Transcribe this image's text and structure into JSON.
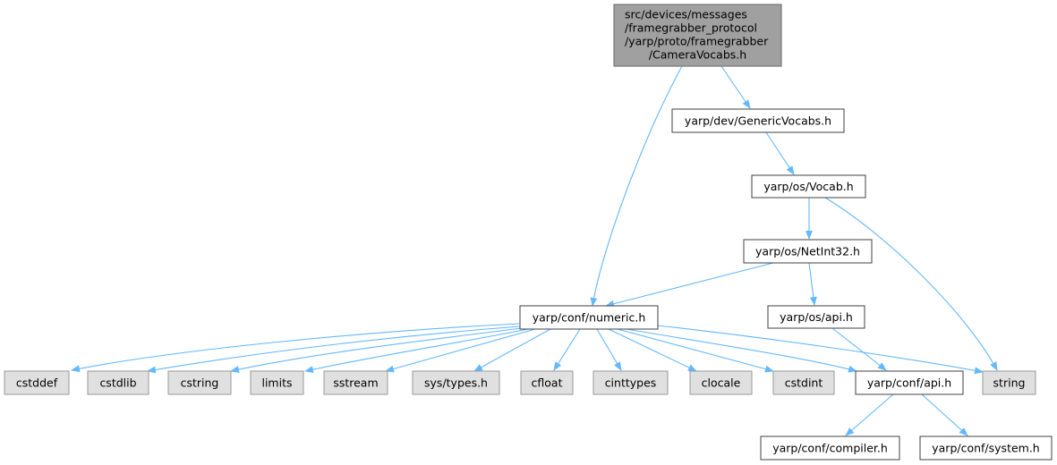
{
  "colors": {
    "edge": "#63b8ff",
    "root_fill": "#a0a0a0",
    "root_stroke": "#666666",
    "node_fill": "#ffffff",
    "node_stroke": "#404040",
    "external_fill": "#e0e0e0",
    "external_stroke": "#999999"
  },
  "nodes": {
    "root": {
      "lines": [
        "src/devices/messages",
        "/framegrabber_protocol",
        "/yarp/proto/framegrabber",
        "/CameraVocabs.h"
      ]
    },
    "generic_vocabs": "yarp/dev/GenericVocabs.h",
    "vocab": "yarp/os/Vocab.h",
    "netint32": "yarp/os/NetInt32.h",
    "numeric": "yarp/conf/numeric.h",
    "os_api": "yarp/os/api.h",
    "conf_api": "yarp/conf/api.h",
    "compiler": "yarp/conf/compiler.h",
    "system": "yarp/conf/system.h",
    "cstddef": "cstddef",
    "cstdlib": "cstdlib",
    "cstring": "cstring",
    "limits": "limits",
    "sstream": "sstream",
    "sys_types": "sys/types.h",
    "cfloat": "cfloat",
    "cinttypes": "cinttypes",
    "clocale": "clocale",
    "cstdint": "cstdint",
    "string": "string"
  }
}
